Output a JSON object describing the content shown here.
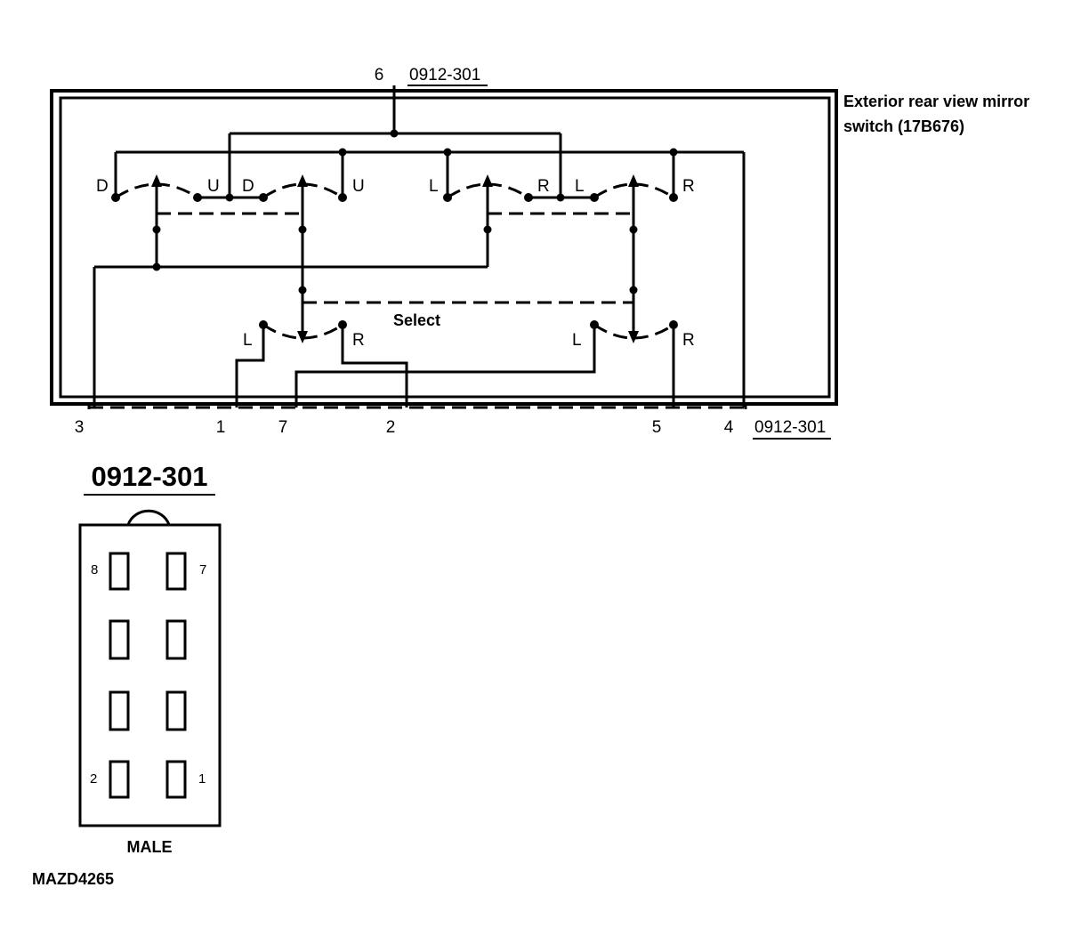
{
  "connector_id": "0912-301",
  "component": {
    "name_line1": "Exterior rear view mirror",
    "name_line2": "switch (17B676)"
  },
  "top_pin": "6",
  "switch_labels": {
    "ud1_left": "D",
    "ud1_right": "U",
    "ud2_left": "D",
    "ud2_right": "U",
    "lr1_left": "L",
    "lr1_right": "R",
    "lr2_left": "L",
    "lr2_right": "R",
    "sel1_left": "L",
    "sel1_right": "R",
    "sel2_left": "L",
    "sel2_right": "R",
    "select": "Select"
  },
  "bottom_pins": [
    "3",
    "1",
    "7",
    "2",
    "5",
    "4"
  ],
  "connector_face": {
    "title": "0912-301",
    "pin_8": "8",
    "pin_7": "7",
    "pin_2": "2",
    "pin_1": "1",
    "gender": "MALE"
  },
  "figure_id": "MAZD4265"
}
